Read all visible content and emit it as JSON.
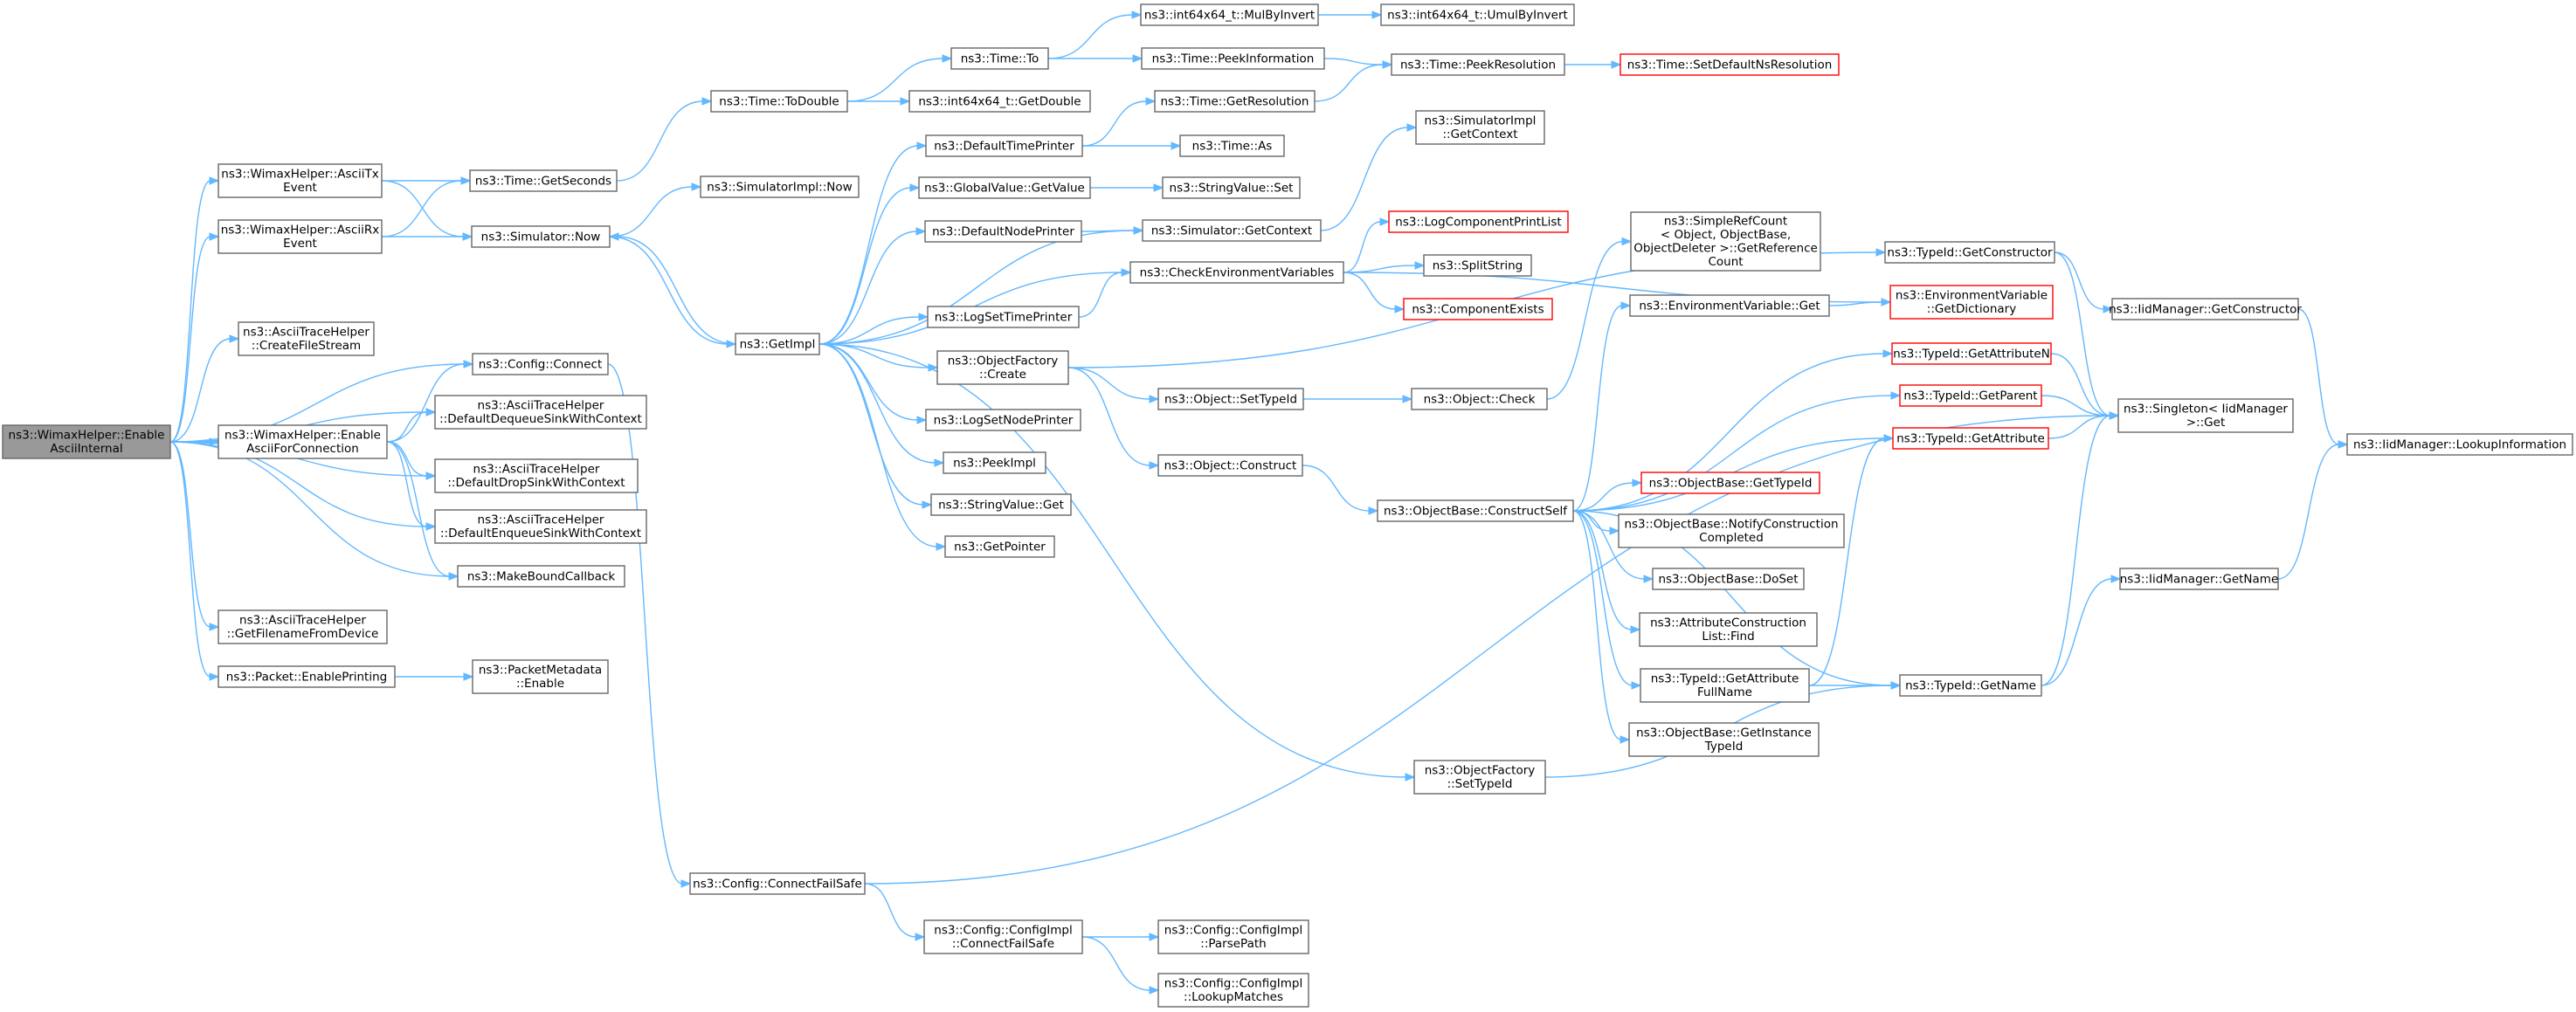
{
  "diagram": {
    "nodes": [
      {
        "id": "root",
        "lines": [
          "ns3::WimaxHelper::Enable",
          "AsciiInternal"
        ],
        "style": "root"
      },
      {
        "id": "asciiTx",
        "lines": [
          "ns3::WimaxHelper::AsciiTx",
          "Event"
        ]
      },
      {
        "id": "asciiRx",
        "lines": [
          "ns3::WimaxHelper::AsciiRx",
          "Event"
        ]
      },
      {
        "id": "createFile",
        "lines": [
          "ns3::AsciiTraceHelper",
          "::CreateFileStream"
        ]
      },
      {
        "id": "enableConn",
        "lines": [
          "ns3::WimaxHelper::Enable",
          "AsciiForConnection"
        ]
      },
      {
        "id": "getFilename",
        "lines": [
          "ns3::AsciiTraceHelper",
          "::GetFilenameFromDevice"
        ]
      },
      {
        "id": "enablePrinting",
        "lines": [
          "ns3::Packet::EnablePrinting"
        ]
      },
      {
        "id": "getSeconds",
        "lines": [
          "ns3::Time::GetSeconds"
        ]
      },
      {
        "id": "simNow",
        "lines": [
          "ns3::Simulator::Now"
        ]
      },
      {
        "id": "cfgConnect",
        "lines": [
          "ns3::Config::Connect"
        ]
      },
      {
        "id": "defDeq",
        "lines": [
          "ns3::AsciiTraceHelper",
          "::DefaultDequeueSinkWithContext"
        ]
      },
      {
        "id": "defDrop",
        "lines": [
          "ns3::AsciiTraceHelper",
          "::DefaultDropSinkWithContext"
        ]
      },
      {
        "id": "defEnq",
        "lines": [
          "ns3::AsciiTraceHelper",
          "::DefaultEnqueueSinkWithContext"
        ]
      },
      {
        "id": "makeBound",
        "lines": [
          "ns3::MakeBoundCallback"
        ]
      },
      {
        "id": "pktMetaEnable",
        "lines": [
          "ns3::PacketMetadata",
          "::Enable"
        ]
      },
      {
        "id": "toDouble",
        "lines": [
          "ns3::Time::ToDouble"
        ]
      },
      {
        "id": "simImplNow",
        "lines": [
          "ns3::SimulatorImpl::Now"
        ]
      },
      {
        "id": "getImpl",
        "lines": [
          "ns3::GetImpl"
        ]
      },
      {
        "id": "cfgConnectFS",
        "lines": [
          "ns3::Config::ConnectFailSafe"
        ]
      },
      {
        "id": "timeTo",
        "lines": [
          "ns3::Time::To"
        ]
      },
      {
        "id": "i64GetDouble",
        "lines": [
          "ns3::int64x64_t::GetDouble"
        ]
      },
      {
        "id": "defTimePrinter",
        "lines": [
          "ns3::DefaultTimePrinter"
        ]
      },
      {
        "id": "gvGetValue",
        "lines": [
          "ns3::GlobalValue::GetValue"
        ]
      },
      {
        "id": "defNodePrinter",
        "lines": [
          "ns3::DefaultNodePrinter"
        ]
      },
      {
        "id": "logSetTime",
        "lines": [
          "ns3::LogSetTimePrinter"
        ]
      },
      {
        "id": "ofCreate",
        "lines": [
          "ns3::ObjectFactory",
          "::Create"
        ]
      },
      {
        "id": "logSetNode",
        "lines": [
          "ns3::LogSetNodePrinter"
        ]
      },
      {
        "id": "peekImpl",
        "lines": [
          "ns3::PeekImpl"
        ]
      },
      {
        "id": "svGet",
        "lines": [
          "ns3::StringValue::Get"
        ]
      },
      {
        "id": "getPointer",
        "lines": [
          "ns3::GetPointer"
        ]
      },
      {
        "id": "cfgImplConnFS",
        "lines": [
          "ns3::Config::ConfigImpl",
          "::ConnectFailSafe"
        ]
      },
      {
        "id": "mulByInvert",
        "lines": [
          "ns3::int64x64_t::MulByInvert"
        ]
      },
      {
        "id": "peekInfo",
        "lines": [
          "ns3::Time::PeekInformation"
        ]
      },
      {
        "id": "getResolution",
        "lines": [
          "ns3::Time::GetResolution"
        ]
      },
      {
        "id": "timeAs",
        "lines": [
          "ns3::Time::As"
        ]
      },
      {
        "id": "svSet",
        "lines": [
          "ns3::StringValue::Set"
        ]
      },
      {
        "id": "simGetContext",
        "lines": [
          "ns3::Simulator::GetContext"
        ]
      },
      {
        "id": "checkEnv",
        "lines": [
          "ns3::CheckEnvironmentVariables"
        ]
      },
      {
        "id": "objSetTypeId",
        "lines": [
          "ns3::Object::SetTypeId"
        ]
      },
      {
        "id": "objConstruct",
        "lines": [
          "ns3::Object::Construct"
        ]
      },
      {
        "id": "ofSetTypeId",
        "lines": [
          "ns3::ObjectFactory",
          "::SetTypeId"
        ]
      },
      {
        "id": "cfgParsePath",
        "lines": [
          "ns3::Config::ConfigImpl",
          "::ParsePath"
        ]
      },
      {
        "id": "cfgLookup",
        "lines": [
          "ns3::Config::ConfigImpl",
          "::LookupMatches"
        ]
      },
      {
        "id": "umulByInvert",
        "lines": [
          "ns3::int64x64_t::UmulByInvert"
        ]
      },
      {
        "id": "peekResolution",
        "lines": [
          "ns3::Time::PeekResolution"
        ]
      },
      {
        "id": "simImplGetContext",
        "lines": [
          "ns3::SimulatorImpl",
          "::GetContext"
        ]
      },
      {
        "id": "logCompPrint",
        "lines": [
          "ns3::LogComponentPrintList"
        ],
        "style": "red"
      },
      {
        "id": "splitString",
        "lines": [
          "ns3::SplitString"
        ]
      },
      {
        "id": "compExists",
        "lines": [
          "ns3::ComponentExists"
        ],
        "style": "red"
      },
      {
        "id": "objCheck",
        "lines": [
          "ns3::Object::Check"
        ]
      },
      {
        "id": "objBaseCS",
        "lines": [
          "ns3::ObjectBase::ConstructSelf"
        ]
      },
      {
        "id": "setDefNs",
        "lines": [
          "ns3::Time::SetDefaultNsResolution"
        ],
        "style": "red"
      },
      {
        "id": "simpleRef",
        "lines": [
          "ns3::SimpleRefCount",
          "< Object, ObjectBase,",
          "ObjectDeleter >::GetReference",
          "Count"
        ]
      },
      {
        "id": "envGet",
        "lines": [
          "ns3::EnvironmentVariable::Get"
        ]
      },
      {
        "id": "obGetTypeId",
        "lines": [
          "ns3::ObjectBase::GetTypeId"
        ],
        "style": "red"
      },
      {
        "id": "obNotify",
        "lines": [
          "ns3::ObjectBase::NotifyConstruction",
          "Completed"
        ]
      },
      {
        "id": "obDoSet",
        "lines": [
          "ns3::ObjectBase::DoSet"
        ]
      },
      {
        "id": "attrFind",
        "lines": [
          "ns3::AttributeConstruction",
          "List::Find"
        ]
      },
      {
        "id": "tidGetAttrFull",
        "lines": [
          "ns3::TypeId::GetAttribute",
          "FullName"
        ]
      },
      {
        "id": "obGetInstTid",
        "lines": [
          "ns3::ObjectBase::GetInstance",
          "TypeId"
        ]
      },
      {
        "id": "tidGetConstructor",
        "lines": [
          "ns3::TypeId::GetConstructor"
        ]
      },
      {
        "id": "envGetDict",
        "lines": [
          "ns3::EnvironmentVariable",
          "::GetDictionary"
        ],
        "style": "red"
      },
      {
        "id": "tidGetAttrN",
        "lines": [
          "ns3::TypeId::GetAttributeN"
        ],
        "style": "red"
      },
      {
        "id": "tidGetParent",
        "lines": [
          "ns3::TypeId::GetParent"
        ],
        "style": "red"
      },
      {
        "id": "tidGetAttribute",
        "lines": [
          "ns3::TypeId::GetAttribute"
        ],
        "style": "red"
      },
      {
        "id": "tidGetName",
        "lines": [
          "ns3::TypeId::GetName"
        ]
      },
      {
        "id": "iidGetConstructor",
        "lines": [
          "ns3::IidManager::GetConstructor"
        ]
      },
      {
        "id": "singletonGet",
        "lines": [
          "ns3::Singleton< IidManager",
          ">::Get"
        ]
      },
      {
        "id": "iidGetName",
        "lines": [
          "ns3::IidManager::GetName"
        ]
      },
      {
        "id": "iidLookup",
        "lines": [
          "ns3::IidManager::LookupInformation"
        ]
      }
    ],
    "edges": [
      [
        "root",
        "asciiTx"
      ],
      [
        "root",
        "asciiRx"
      ],
      [
        "root",
        "createFile"
      ],
      [
        "root",
        "cfgConnect"
      ],
      [
        "root",
        "defDeq"
      ],
      [
        "root",
        "enableConn"
      ],
      [
        "root",
        "defDrop"
      ],
      [
        "root",
        "defEnq"
      ],
      [
        "root",
        "makeBound"
      ],
      [
        "root",
        "getFilename"
      ],
      [
        "root",
        "enablePrinting"
      ],
      [
        "asciiTx",
        "getSeconds"
      ],
      [
        "asciiTx",
        "simNow"
      ],
      [
        "asciiRx",
        "getSeconds"
      ],
      [
        "asciiRx",
        "simNow"
      ],
      [
        "enableConn",
        "cfgConnect"
      ],
      [
        "enableConn",
        "defDeq"
      ],
      [
        "enableConn",
        "defDrop"
      ],
      [
        "enableConn",
        "defEnq"
      ],
      [
        "enableConn",
        "makeBound"
      ],
      [
        "enablePrinting",
        "pktMetaEnable"
      ],
      [
        "getSeconds",
        "toDouble"
      ],
      [
        "simNow",
        "simImplNow"
      ],
      [
        "simNow",
        "getImpl"
      ],
      [
        "cfgConnect",
        "cfgConnectFS"
      ],
      [
        "toDouble",
        "timeTo"
      ],
      [
        "toDouble",
        "i64GetDouble"
      ],
      [
        "getImpl",
        "simNow"
      ],
      [
        "getImpl",
        "defTimePrinter"
      ],
      [
        "getImpl",
        "gvGetValue"
      ],
      [
        "getImpl",
        "defNodePrinter"
      ],
      [
        "getImpl",
        "simGetContext"
      ],
      [
        "getImpl",
        "checkEnv"
      ],
      [
        "getImpl",
        "logSetTime"
      ],
      [
        "getImpl",
        "ofCreate"
      ],
      [
        "getImpl",
        "logSetNode"
      ],
      [
        "getImpl",
        "peekImpl"
      ],
      [
        "getImpl",
        "svGet"
      ],
      [
        "getImpl",
        "getPointer"
      ],
      [
        "getImpl",
        "ofSetTypeId"
      ],
      [
        "cfgConnectFS",
        "cfgImplConnFS"
      ],
      [
        "cfgConnectFS",
        "singletonGet"
      ],
      [
        "timeTo",
        "mulByInvert"
      ],
      [
        "timeTo",
        "peekInfo"
      ],
      [
        "defTimePrinter",
        "getResolution"
      ],
      [
        "defTimePrinter",
        "timeAs"
      ],
      [
        "gvGetValue",
        "svSet"
      ],
      [
        "defNodePrinter",
        "simGetContext"
      ],
      [
        "logSetTime",
        "checkEnv"
      ],
      [
        "ofCreate",
        "tidGetConstructor"
      ],
      [
        "ofCreate",
        "objSetTypeId"
      ],
      [
        "ofCreate",
        "objConstruct"
      ],
      [
        "cfgImplConnFS",
        "cfgParsePath"
      ],
      [
        "cfgImplConnFS",
        "cfgLookup"
      ],
      [
        "mulByInvert",
        "umulByInvert"
      ],
      [
        "peekInfo",
        "peekResolution"
      ],
      [
        "getResolution",
        "peekResolution"
      ],
      [
        "simGetContext",
        "simImplGetContext"
      ],
      [
        "checkEnv",
        "envGetDict"
      ],
      [
        "checkEnv",
        "logCompPrint"
      ],
      [
        "checkEnv",
        "splitString"
      ],
      [
        "checkEnv",
        "compExists"
      ],
      [
        "objSetTypeId",
        "objCheck"
      ],
      [
        "objConstruct",
        "objBaseCS"
      ],
      [
        "ofSetTypeId",
        "tidGetName"
      ],
      [
        "peekResolution",
        "setDefNs"
      ],
      [
        "objCheck",
        "simpleRef"
      ],
      [
        "objBaseCS",
        "envGet"
      ],
      [
        "objBaseCS",
        "tidGetAttrN"
      ],
      [
        "objBaseCS",
        "tidGetParent"
      ],
      [
        "objBaseCS",
        "tidGetAttribute"
      ],
      [
        "objBaseCS",
        "obGetTypeId"
      ],
      [
        "objBaseCS",
        "obNotify"
      ],
      [
        "objBaseCS",
        "obDoSet"
      ],
      [
        "objBaseCS",
        "attrFind"
      ],
      [
        "objBaseCS",
        "tidGetAttrFull"
      ],
      [
        "objBaseCS",
        "obGetInstTid"
      ],
      [
        "objBaseCS",
        "tidGetName"
      ],
      [
        "envGet",
        "envGetDict"
      ],
      [
        "tidGetAttrFull",
        "tidGetAttribute"
      ],
      [
        "tidGetAttrFull",
        "tidGetName"
      ],
      [
        "tidGetConstructor",
        "iidGetConstructor"
      ],
      [
        "tidGetConstructor",
        "singletonGet"
      ],
      [
        "tidGetAttrN",
        "singletonGet"
      ],
      [
        "tidGetParent",
        "singletonGet"
      ],
      [
        "tidGetAttribute",
        "singletonGet"
      ],
      [
        "tidGetName",
        "singletonGet"
      ],
      [
        "tidGetName",
        "iidGetName"
      ],
      [
        "iidGetConstructor",
        "iidLookup"
      ],
      [
        "iidGetName",
        "iidLookup"
      ]
    ]
  }
}
